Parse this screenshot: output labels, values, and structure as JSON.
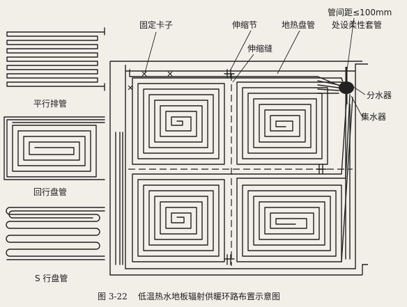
{
  "labels": {
    "fixed_clip": "固定卡子",
    "expansion_joint_part": "伸缩节",
    "expansion_seam": "伸缩缝",
    "floor_heating_coil": "地热盘管",
    "pipe_spacing_line1": "管间距≤100mm",
    "pipe_spacing_line2": "处设柔性套管",
    "water_distributor": "分水器",
    "water_collector": "集水器",
    "parallel_pipes": "平行排管",
    "return_coil": "回行盘管",
    "s_coil": "S 行盘管"
  },
  "caption": {
    "number": "图 3-22",
    "text": "低温热水地板辐射供暖环路布置示意图"
  }
}
